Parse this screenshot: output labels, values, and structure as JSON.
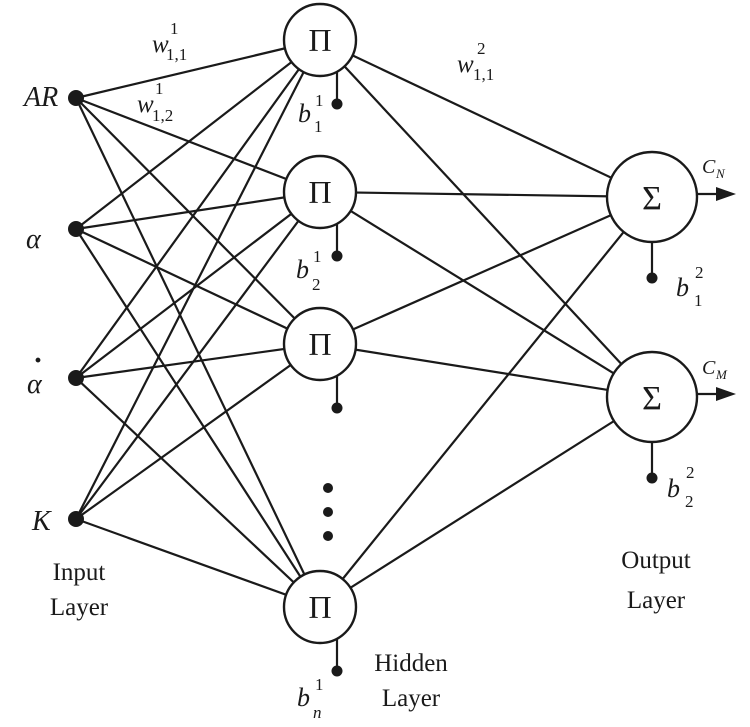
{
  "input_nodes": [
    {
      "id": "AR",
      "label": "AR"
    },
    {
      "id": "alpha",
      "label": "α"
    },
    {
      "id": "alphadot",
      "label": "α",
      "accent": "·"
    },
    {
      "id": "K",
      "label": "K"
    }
  ],
  "hidden_nodes": [
    {
      "id": "h1",
      "symbol": "Π",
      "bias": {
        "base": "b",
        "sub": "1",
        "sup": "1"
      }
    },
    {
      "id": "h2",
      "symbol": "Π",
      "bias": {
        "base": "b",
        "sub": "2",
        "sup": "1"
      }
    },
    {
      "id": "h3",
      "symbol": "Π",
      "bias": null
    },
    {
      "id": "hn",
      "symbol": "Π",
      "bias": {
        "base": "b",
        "sub": "n",
        "sup": "1"
      }
    }
  ],
  "output_nodes": [
    {
      "id": "o1",
      "symbol": "Σ",
      "output": {
        "base": "C",
        "sub": "N"
      },
      "bias": {
        "base": "b",
        "sub": "1",
        "sup": "2"
      }
    },
    {
      "id": "o2",
      "symbol": "Σ",
      "output": {
        "base": "C",
        "sub": "M"
      },
      "bias": {
        "base": "b",
        "sub": "2",
        "sup": "2"
      }
    }
  ],
  "weights": [
    {
      "id": "w1_11",
      "base": "w",
      "sub": "1,1",
      "sup": "1"
    },
    {
      "id": "w1_12",
      "base": "w",
      "sub": "1,2",
      "sup": "1"
    },
    {
      "id": "w2_11",
      "base": "w",
      "sub": "1,1",
      "sup": "2"
    }
  ],
  "layer_labels": {
    "input": [
      "Input",
      "Layer"
    ],
    "hidden": [
      "Hidden",
      "Layer"
    ],
    "output": [
      "Output",
      "Layer"
    ]
  },
  "colors": {
    "stroke": "#1a1a1a",
    "node_fill": "#ffffff"
  }
}
